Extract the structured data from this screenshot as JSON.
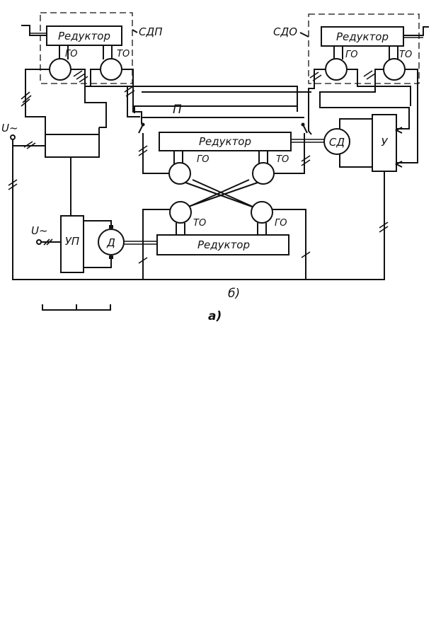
{
  "labels": {
    "reducer": "Редуктор",
    "go": "ГО",
    "to": "ТО",
    "sdp": "СДП",
    "sdo": "СДО",
    "p": "П",
    "sd": "СД",
    "u_block": "У",
    "up": "УП",
    "d": "Д",
    "u_supply": "U~",
    "sub_b": "б)",
    "sub_a": "а)"
  }
}
